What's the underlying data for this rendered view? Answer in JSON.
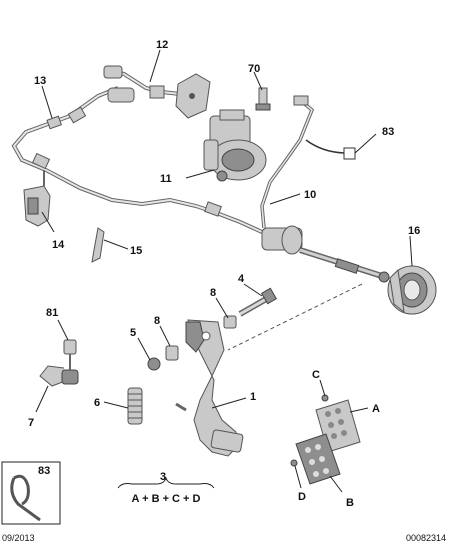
{
  "callouts": {
    "c12": "12",
    "c13": "13",
    "c70": "70",
    "c83": "83",
    "c11": "11",
    "c10": "10",
    "c16": "16",
    "c14": "14",
    "c15": "15",
    "c4": "4",
    "c8a": "8",
    "c81": "81",
    "c5": "5",
    "c8b": "8",
    "c6": "6",
    "c1": "1",
    "c7": "7",
    "cC": "C",
    "cA": "A",
    "c3": "3",
    "cD": "D",
    "cB": "B"
  },
  "kit_formula": "A + B + C + D",
  "inset": {
    "label": "83"
  },
  "footer": {
    "date": "09/2013",
    "ref": "00082314"
  }
}
